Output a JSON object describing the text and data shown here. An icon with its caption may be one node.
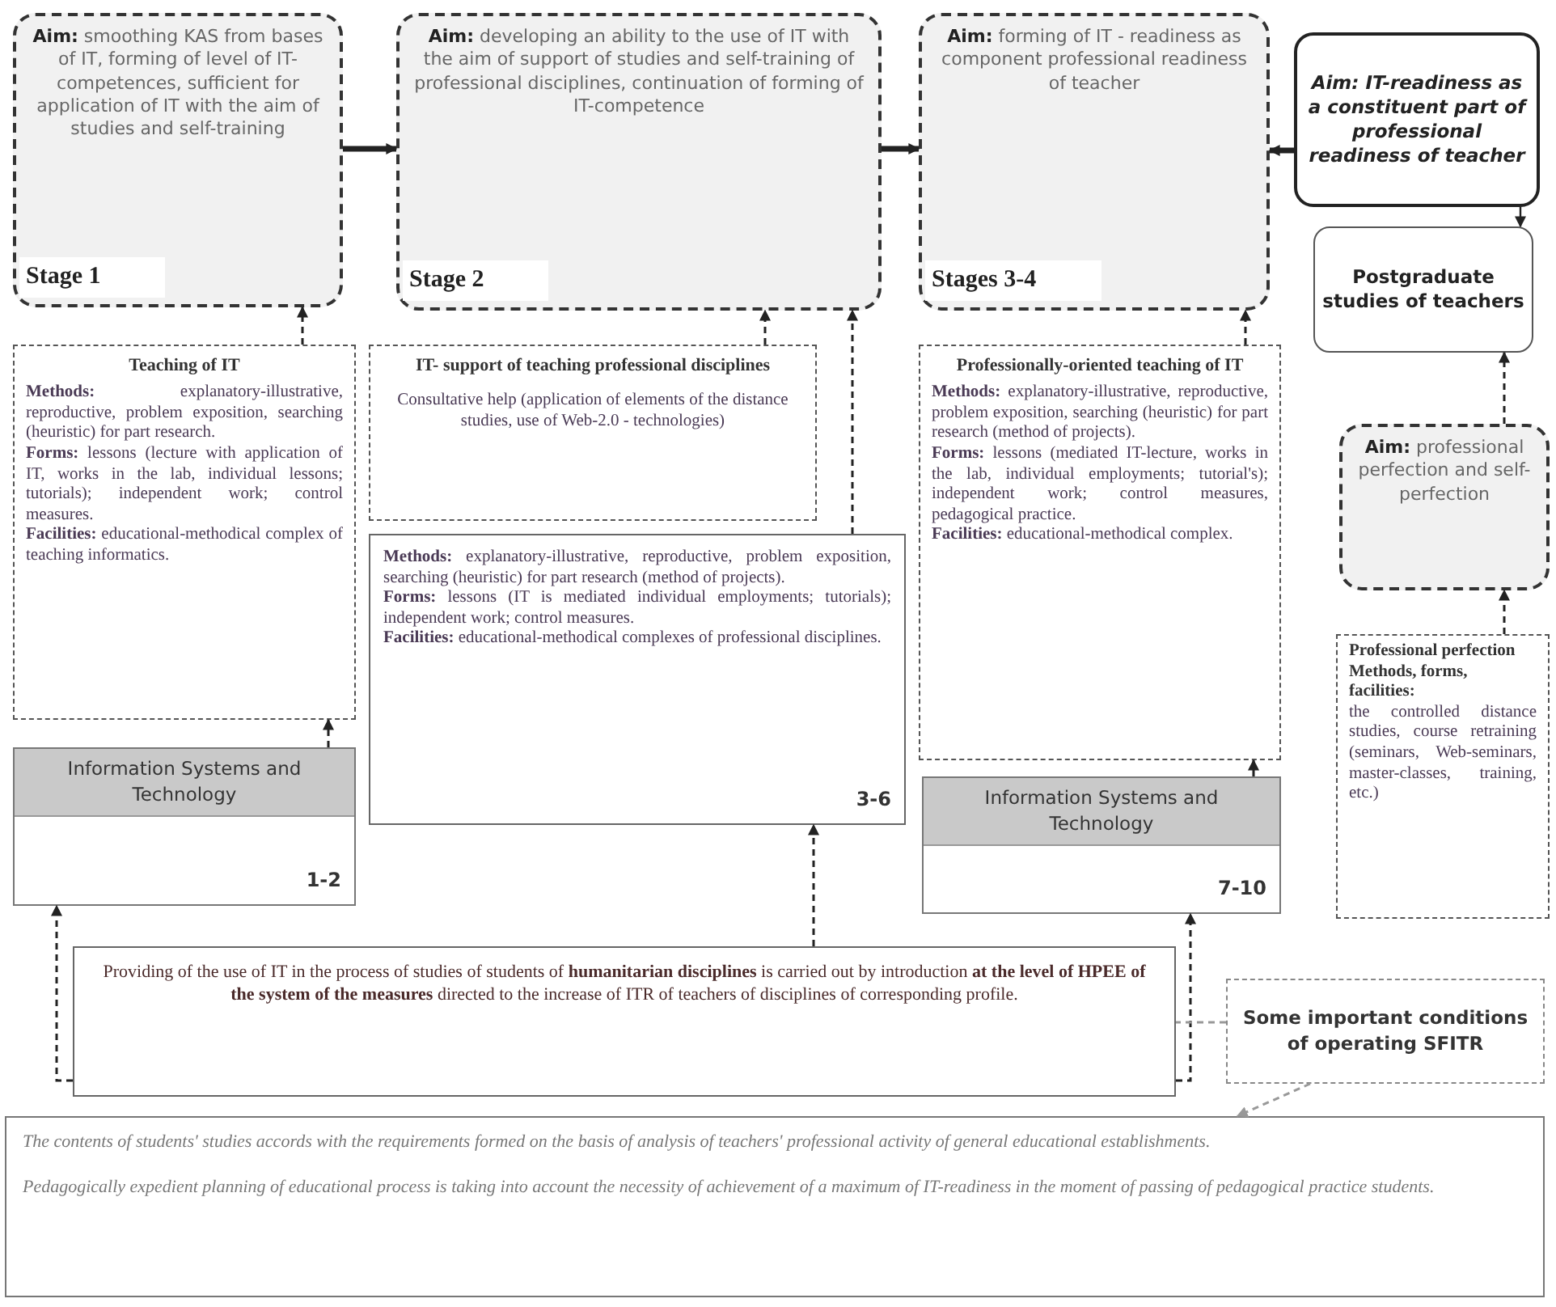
{
  "diagram": {
    "nodes": [
      {
        "text": [
          "**Aim:** smoothing KAS from bases of IT, forming of level of IT-competences, sufficient for application of IT with the aim of studies and self-training",
          "Stage 1"
        ]
      },
      {
        "text": [
          "**Aim:** developing an ability to the use of IT with the aim of support of studies and self-training of professional disciplines, continuation of forming of IT-competence",
          "Stage 2"
        ]
      },
      {
        "text": [
          "**Aim:** forming of IT - readiness as component professional readiness of teacher",
          "Stages 3-4"
        ]
      },
      {
        "text": [
          "Aim: IT-readiness as a constituent part of professional readiness of teacher"
        ]
      },
      {
        "text": [
          "Postgraduate studies of teachers"
        ]
      },
      {
        "text": [
          "Teaching of IT",
          "**Methods:** explanatory-illustrative, reproductive, problem exposition, searching (heuristic) for part research.",
          "**Forms:** lessons (lecture with application of IT, works in the lab, individual lessons; tutorials); independent work; control measures.",
          "**Facilities:** educational-methodical complex of teaching informatics."
        ]
      },
      {
        "text": [
          "IT- support of teaching professional disciplines",
          "Consultative help (application of elements of the distance studies, use of Web-2.0 - technologies)"
        ]
      },
      {
        "text": [
          "**Methods:** explanatory-illustrative, reproductive, problem exposition, searching (heuristic) for part research (method of projects).",
          "**Forms:** lessons (IT is mediated individual employments; tutorials); independent work; control measures.",
          "**Facilities:** educational-methodical complexes of professional disciplines.",
          "3-6"
        ]
      },
      {
        "text": [
          "Professionally-oriented teaching of IT",
          "**Methods:** explanatory-illustrative, reproductive, problem exposition, searching (heuristic) for part research (method of projects).",
          "**Forms:** lessons (mediated IT-lecture, works in the lab, individual employments; tutorial's); independent work; control measures, pedagogical practice.",
          "**Facilities:** educational-methodical complex."
        ]
      },
      {
        "text": [
          "**Aim:** professional perfection and self-perfection"
        ]
      },
      {
        "text": [
          "Professional perfection",
          "Methods, forms, facilities:",
          "the controlled distance studies, course retraining (seminars, Web-seminars, master-classes, training, etc.)"
        ]
      },
      {
        "text": [
          "Information Systems and Technology",
          "1-2"
        ]
      },
      {
        "text": [
          "Information Systems and Technology",
          "7-10"
        ]
      },
      {
        "text": [
          "Providing of the use of IT in the process of studies of students of **humanitarian disciplines** is carried out by introduction **at the level of HPEE of the system of the measures** directed to the increase of ITR of teachers of disciplines of corresponding profile."
        ]
      },
      {
        "text": [
          "Some important conditions of operating SFITR"
        ]
      },
      {
        "text": [
          "The contents of students' studies accords with the requirements formed on the basis of analysis of teachers' professional activity of general educational establishments.",
          "Pedagogically expedient planning of educational process is taking into account the necessity of achievement of a maximum of IT-readiness in the moment of passing of pedagogical practice students."
        ]
      }
    ],
    "edges": [
      {
        "from": 0,
        "to": 1,
        "arrow": "to",
        "style": "thick"
      },
      {
        "from": 1,
        "to": 2,
        "arrow": "to",
        "style": "thick"
      },
      {
        "from": 3,
        "to": 2,
        "arrow": "to",
        "style": "thick"
      },
      {
        "from": 3,
        "to": 4,
        "arrow": "to"
      },
      {
        "from": 9,
        "to": 4,
        "arrow": "to",
        "style": "dashed"
      },
      {
        "from": 10,
        "to": 9,
        "arrow": "to",
        "style": "dashed"
      },
      {
        "from": 5,
        "to": 0,
        "arrow": "to",
        "style": "dashed"
      },
      {
        "from": 6,
        "to": 1,
        "arrow": "to",
        "style": "dashed"
      },
      {
        "from": 7,
        "to": 1,
        "arrow": "to",
        "style": "dashed"
      },
      {
        "from": 8,
        "to": 2,
        "arrow": "to",
        "style": "dashed"
      },
      {
        "from": 11,
        "to": 5,
        "arrow": "to",
        "style": "dashed"
      },
      {
        "from": 12,
        "to": 8,
        "arrow": "to",
        "style": "dashed"
      },
      {
        "from": 13,
        "to": 11,
        "arrow": "to",
        "style": "dashed"
      },
      {
        "from": 13,
        "to": 7,
        "arrow": "to",
        "style": "dashed"
      },
      {
        "from": 13,
        "to": 12,
        "arrow": "to",
        "style": "dashed"
      },
      {
        "from": 14,
        "to": 13,
        "arrow": "none",
        "style": "dashed",
        "color": "#999999"
      },
      {
        "from": 14,
        "to": 15,
        "arrow": "to",
        "style": "dashed",
        "color": "#999999"
      }
    ]
  }
}
